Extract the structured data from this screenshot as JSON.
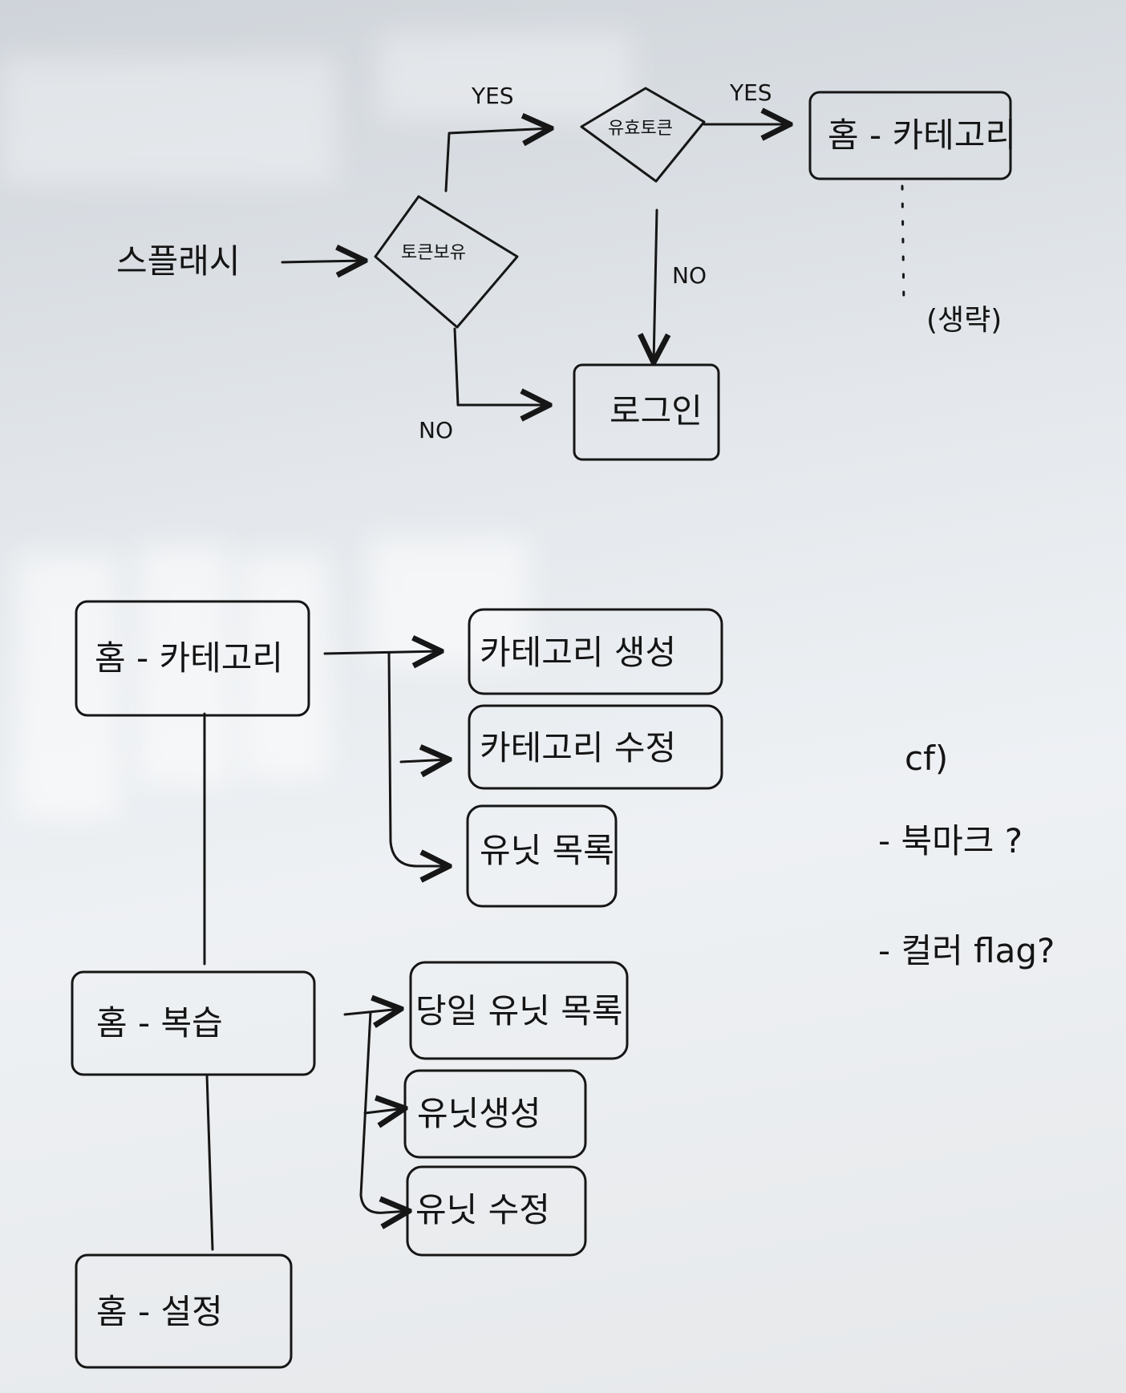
{
  "top_flow": {
    "splash": "스플래시",
    "token_check": "토큰보유",
    "valid_token": "유효토큰",
    "yes_1": "YES",
    "yes_2": "YES",
    "no_1": "NO",
    "no_2": "NO",
    "home_category": "홈 - 카테고리",
    "login": "로그인",
    "omitted": "(생략)"
  },
  "bottom_flow": {
    "home_category": "홈 - 카테고리",
    "category_create": "카테고리 생성",
    "category_edit": "카테고리 수정",
    "unit_list": "유닛 목록",
    "home_review": "홈 - 복습",
    "today_unit_list": "당일 유닛 목록",
    "unit_create": "유닛생성",
    "unit_edit": "유닛 수정",
    "home_settings": "홈 - 설정"
  },
  "notes": {
    "header": "cf)",
    "bookmark": "- 북마크 ?",
    "flag": "- 컬러 flag?"
  }
}
